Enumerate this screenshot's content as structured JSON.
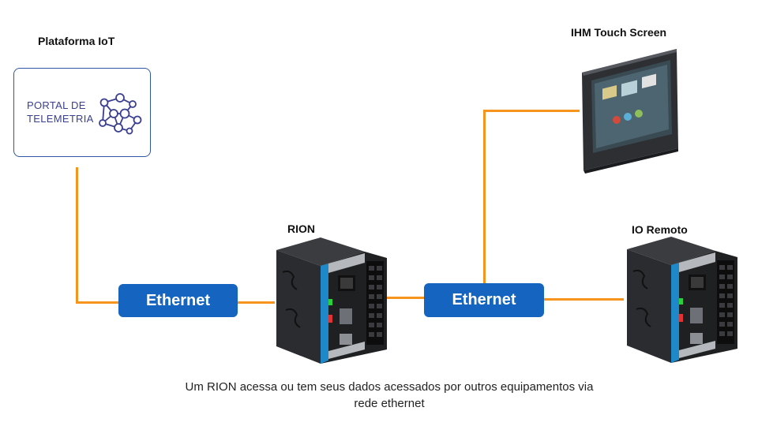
{
  "nodes": {
    "iot_platform": {
      "title": "Plataforma IoT",
      "logo_line1": "PORTAL DE",
      "logo_line2": "TELEMETRIA"
    },
    "hmi": {
      "title": "IHM Touch Screen"
    },
    "rion": {
      "title": "RION"
    },
    "remote_io": {
      "title": "IO Remoto"
    }
  },
  "links": {
    "ethernet_left": "Ethernet",
    "ethernet_right": "Ethernet"
  },
  "caption": {
    "line1": "Um RION acessa ou tem seus dados acessados por outros equipamentos via",
    "line2": "rede ethernet"
  },
  "colors": {
    "link": "#f7941d",
    "ethernet_badge": "#1565c0",
    "logo": "#3a3f8f"
  }
}
